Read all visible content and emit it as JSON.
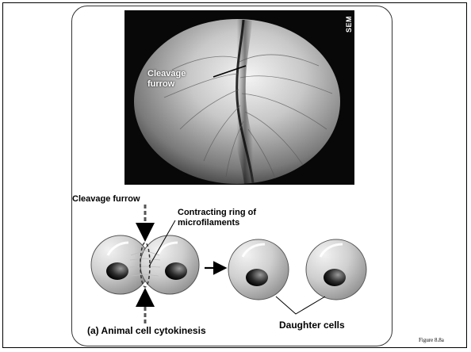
{
  "photo": {
    "tag": "SEM",
    "label_line1": "Cleavage",
    "label_line2": "furrow"
  },
  "diagram": {
    "label_cleavage_furrow": "Cleavage furrow",
    "label_ring_line1": "Contracting ring of",
    "label_ring_line2": "microfilaments",
    "label_daughter": "Daughter cells",
    "caption": "(a) Animal cell cytokinesis"
  },
  "figure_number": "Figure 8.8a"
}
